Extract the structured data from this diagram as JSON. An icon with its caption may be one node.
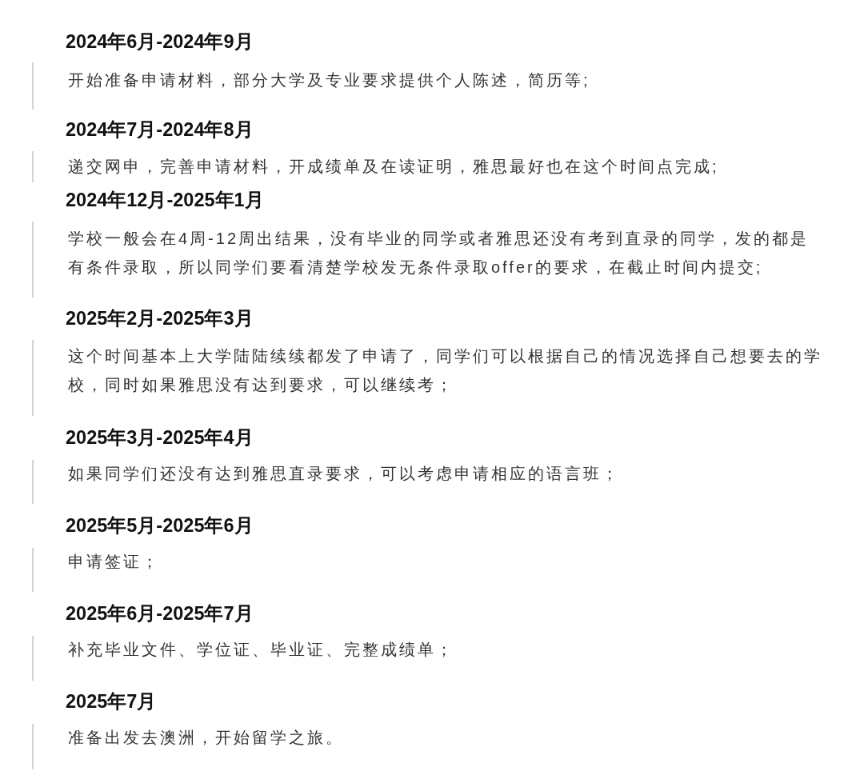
{
  "diagram": {
    "nodes": [
      {
        "text": [
          "2024年6月-2024年9月",
          "开始准备申请材料，部分大学及专业要求提供个人陈述，简历等;"
        ]
      },
      {
        "text": [
          "2024年7月-2024年8月",
          "递交网申，完善申请材料，开成绩单及在读证明，雅思最好也在这个时间点完成;"
        ]
      },
      {
        "text": [
          "2024年12月-2025年1月",
          "学校一般会在4周-12周出结果，没有毕业的同学或者雅思还没有考到直录的同学，发的都是有条件录取，所以同学们要看清楚学校发无条件录取offer的要求，在截止时间内提交;"
        ]
      },
      {
        "text": [
          "2025年2月-2025年3月",
          "这个时间基本上大学陆陆续续都发了申请了，同学们可以根据自己的情况选择自己想要去的学校，同时如果雅思没有达到要求，可以继续考；"
        ]
      },
      {
        "text": [
          "2025年3月-2025年4月",
          "如果同学们还没有达到雅思直录要求，可以考虑申请相应的语言班；"
        ]
      },
      {
        "text": [
          "2025年5月-2025年6月",
          "申请签证；"
        ]
      },
      {
        "text": [
          "2025年6月-2025年7月",
          "补充毕业文件、学位证、毕业证、完整成绩单；"
        ]
      },
      {
        "text": [
          "2025年7月",
          "准备出发去澳洲，开始留学之旅。"
        ]
      }
    ]
  }
}
